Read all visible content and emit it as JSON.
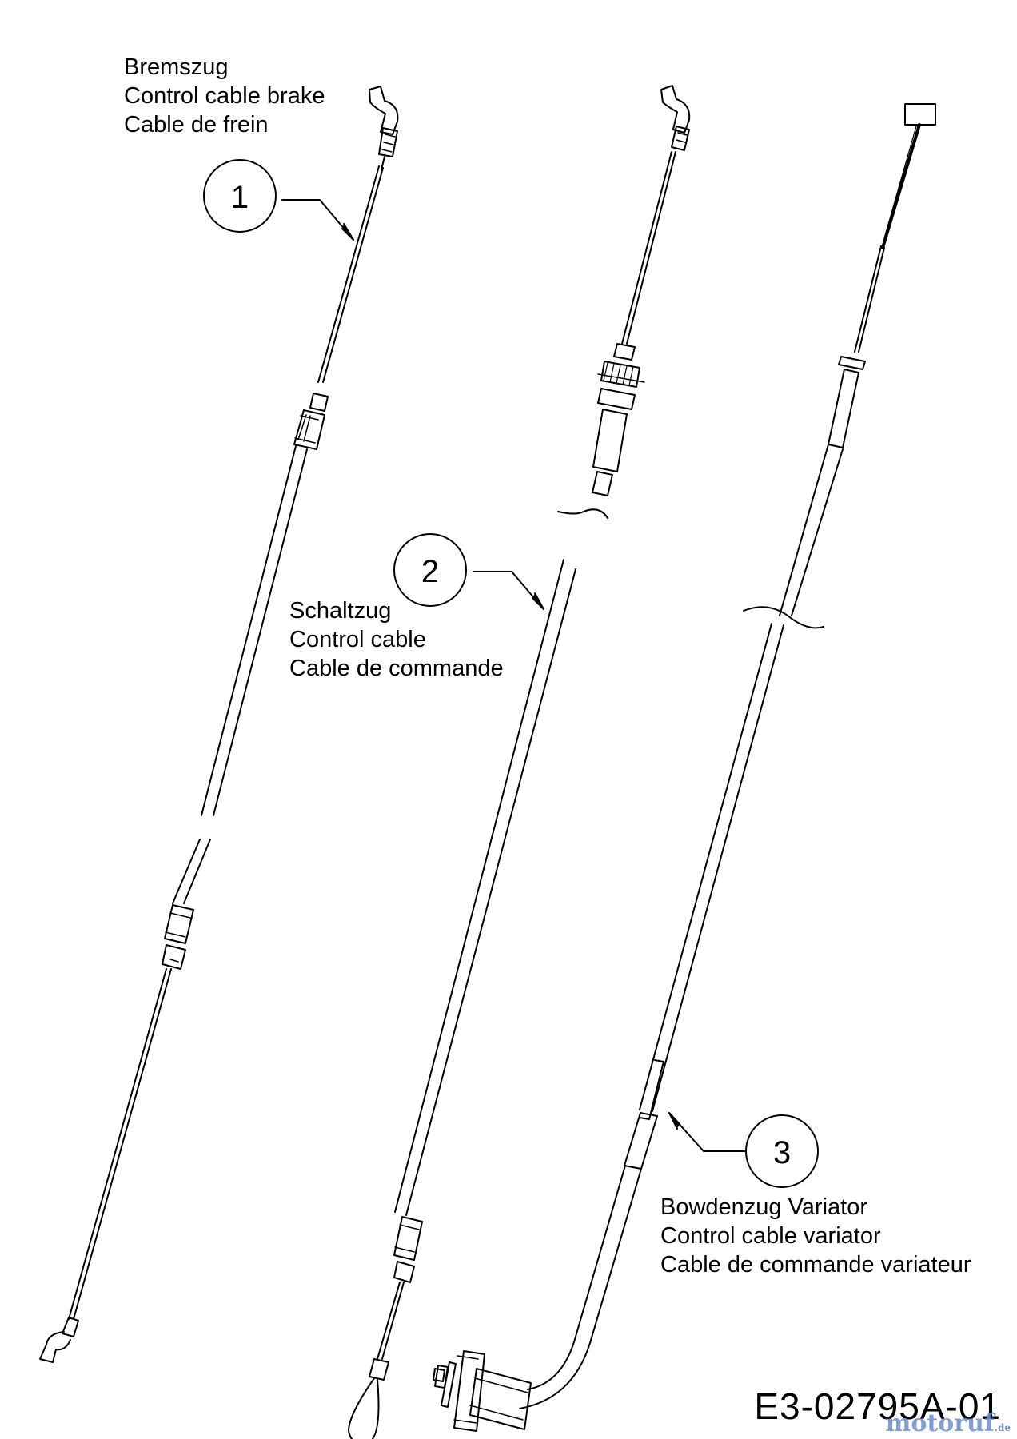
{
  "parts": [
    {
      "number": "1",
      "lines": [
        "Bremszug",
        "Control cable brake",
        "Cable de frein"
      ]
    },
    {
      "number": "2",
      "lines": [
        "Schaltzug",
        "Control cable",
        "Cable de commande"
      ]
    },
    {
      "number": "3",
      "lines": [
        "Bowdenzug Variator",
        "Control cable variator",
        "Cable de commande variateur"
      ]
    }
  ],
  "drawing_id": "E3-02795A-01",
  "watermark": {
    "name": "motoruf",
    "tld": ".de"
  }
}
